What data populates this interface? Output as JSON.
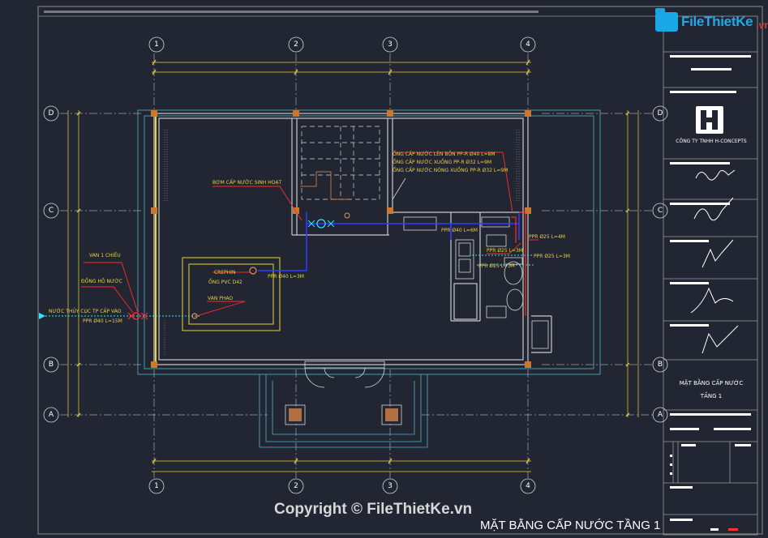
{
  "watermark": {
    "brand": "FileThietKe",
    "tld": ".vn"
  },
  "copyright": "Copyright © FileThietKe.vn",
  "drawing_title": "MẶT BẰNG CẤP NƯỚC TẦNG 1",
  "grid_axes": {
    "columns": [
      "1",
      "2",
      "3",
      "4"
    ],
    "rows": [
      "D",
      "C",
      "B",
      "A"
    ]
  },
  "annotations": {
    "bom": "BƠM CẤP NƯỚC SINH HOẠT",
    "pipe_up": "ỐNG CẤP NƯỚC LÊN BỒN PP-R Ø40 L=8M",
    "pipe_down_cold": "ỐNG CẤP NƯỚC XUỐNG PP-R Ø32 L=9M",
    "pipe_down_hot": "ỐNG CẤP NƯỚC NÓNG XUỐNG PP-R Ø32 L=9M",
    "valve_check": "VAN 1 CHIỀU",
    "meter": "ĐỒNG HỒ NƯỚC",
    "supply_in": "NƯỚC THỦY CỤC TP CẤP VÀO",
    "supply_pipe": "PPR Ø40 L=15M",
    "strainer": "CREPHIN",
    "pvc": "ỐNG PVC D42",
    "float_valve": "VAN PHAO",
    "pipe_tank": "PPR Ø40 L=3M",
    "pipe_kitchen": "PPR Ø40 L=6M",
    "pipe_wc1": "PPR Ø25 L=4M",
    "pipe_sink1": "PPR Ø25 L=3M",
    "pipe_sink2": "PPR Ø25 L=3M",
    "pipe_wc2": "PPR Ø25 L=3M"
  },
  "title_block": {
    "company": "CÔNG TY TNHH H-CONCEPTS",
    "sheet_title_1": "MẶT BẰNG CẤP NƯỚC",
    "sheet_title_2": "TẦNG 1"
  },
  "colors": {
    "background": "#222633",
    "wall": "#c9c9c9",
    "water_pipe": "#2d3bff",
    "leader": "#ff2a2a",
    "annotation": "#e8d23a",
    "dimension": "#e8d23a",
    "cyan": "#35e3ff"
  }
}
